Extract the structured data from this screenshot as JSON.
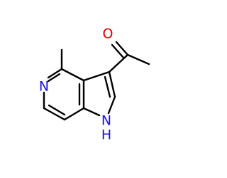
{
  "atoms": {
    "oxygen": {
      "label": "O",
      "color": "#e00000"
    },
    "pyridine_nitrogen": {
      "label": "N",
      "color": "#1414dc"
    },
    "pyrrole_nitrogen": {
      "label": "N",
      "color": "#1414dc"
    },
    "pyrrole_hydrogen": {
      "label": "H",
      "color": "#1414dc"
    }
  },
  "colors": {
    "bond": "#000000",
    "background": "#ffffff"
  }
}
